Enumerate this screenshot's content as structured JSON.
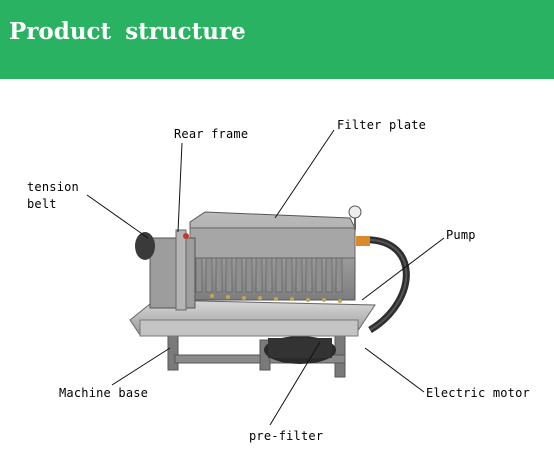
{
  "header": {
    "title": "Product  structure",
    "bg_color": "#28b262",
    "text_color": "#ffffff"
  },
  "labels": {
    "rear_frame": "Rear frame",
    "filter_plate": "Filter plate",
    "tension_belt_line1": "tension",
    "tension_belt_line2": "belt",
    "pump": "Pump",
    "machine_base": "Machine base",
    "electric_motor": "Electric motor",
    "pre_filter": "pre-filter"
  }
}
